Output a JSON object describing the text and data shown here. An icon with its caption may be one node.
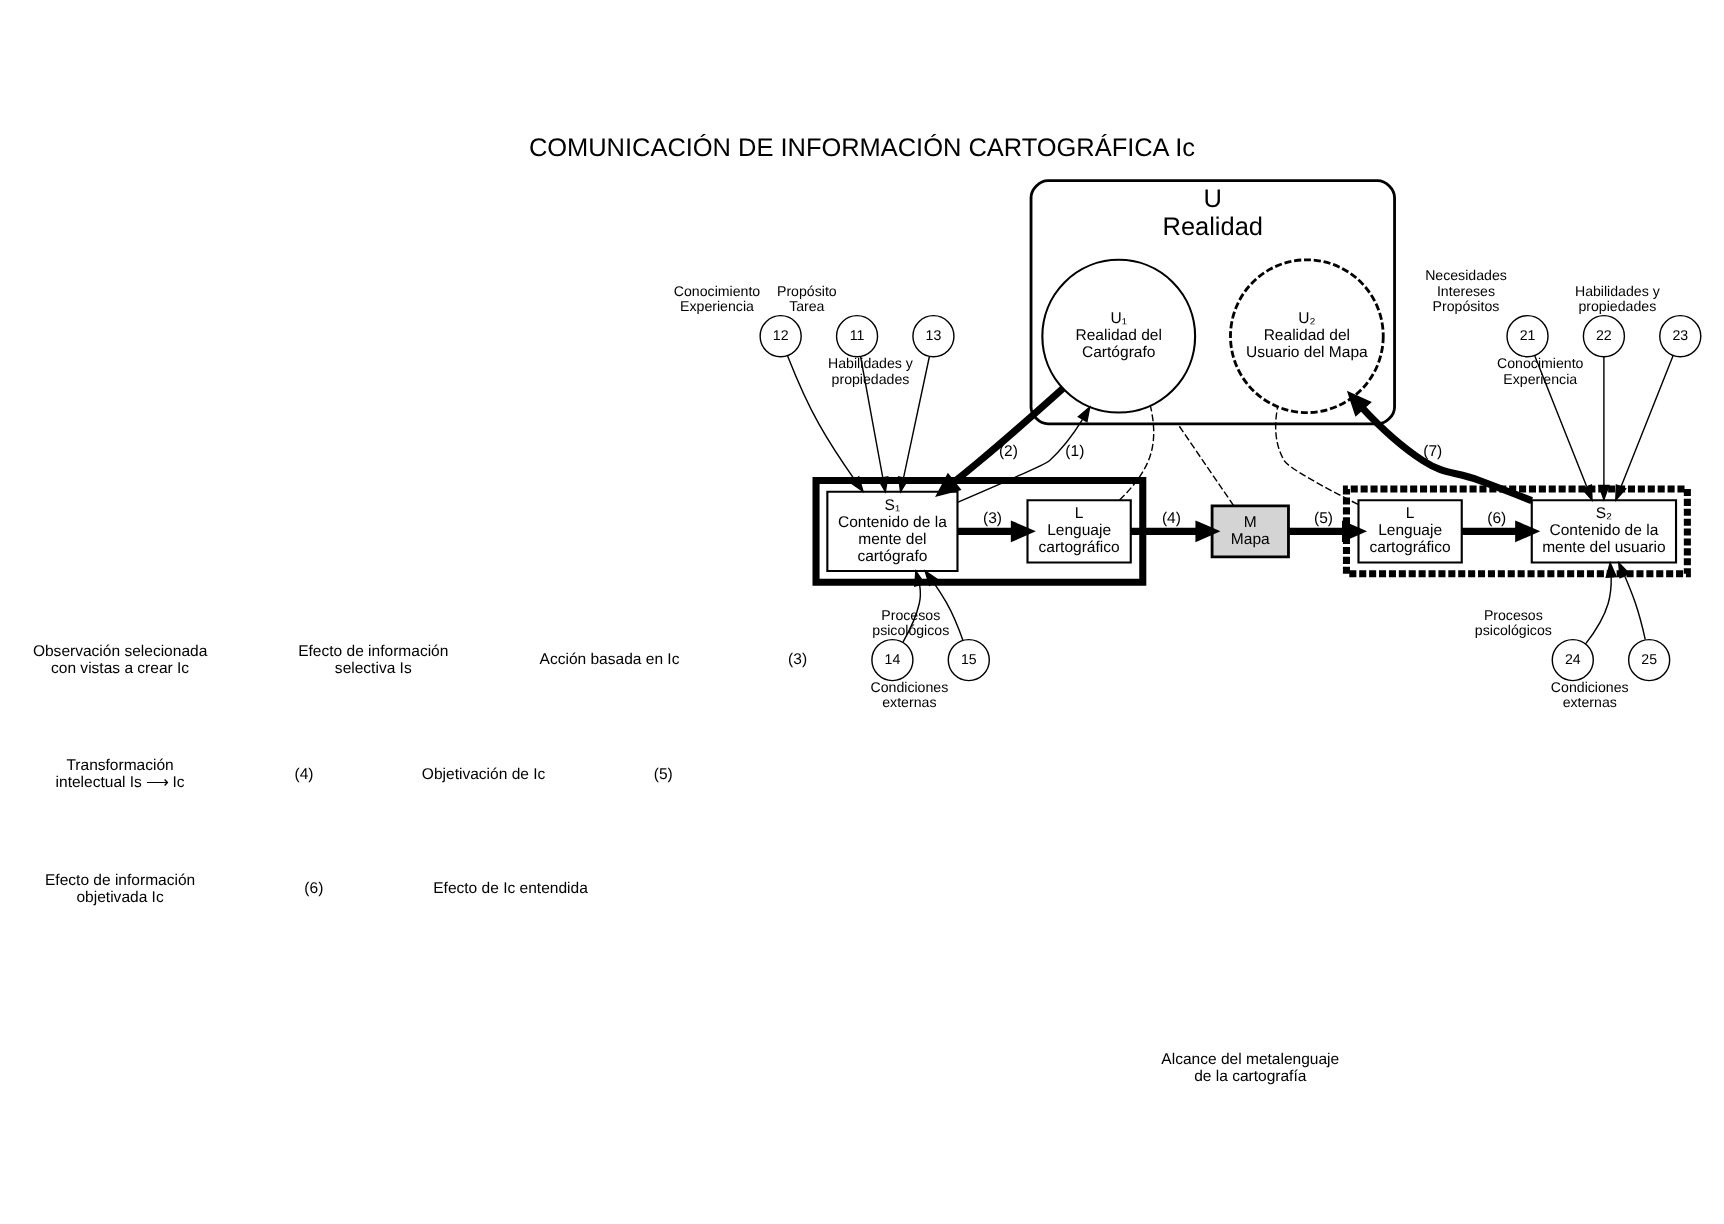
{
  "diagram": {
    "title": "COMUNICACIÓN DE INFORMACIÓN CARTOGRÁFICA Ic",
    "nodes": [
      {
        "text": [
          "U",
          "Realidad"
        ]
      },
      {
        "text": [
          "U₁",
          "Realidad del Cartógrafo"
        ],
        "in": 0
      },
      {
        "text": [
          "U₂",
          "Realidad del Usuario del Mapa"
        ],
        "in": 0
      },
      {
        "text": [],
        "shape": "box"
      },
      {
        "text": [
          "S₁",
          "Contenido de la mente del cartógrafo"
        ],
        "in": 3
      },
      {
        "text": [
          "L",
          "Lenguaje cartográfico"
        ],
        "in": 3
      },
      {
        "text": [
          "M",
          "Mapa"
        ]
      },
      {
        "text": [],
        "shape": "box"
      },
      {
        "text": [
          "L",
          "Lenguaje cartográfico"
        ],
        "in": 7
      },
      {
        "text": [
          "S₂",
          "Contenido de la mente del usuario"
        ],
        "in": 7
      },
      {
        "text": [
          "12"
        ],
        "beside": [
          "Conocimiento Experiencia"
        ]
      },
      {
        "text": [
          "11"
        ],
        "beside": [
          "Propósito Tarea"
        ]
      },
      {
        "text": [
          "13"
        ],
        "beside": [
          "Habilidades y propiedades"
        ]
      },
      {
        "text": [
          "14"
        ],
        "beside": [
          "Procesos psicológicos"
        ]
      },
      {
        "text": [
          "15"
        ],
        "beside": [
          "Condiciones externas"
        ]
      },
      {
        "text": [
          "21"
        ],
        "beside": [
          "Necesidades Intereses Propósitos"
        ]
      },
      {
        "text": [
          "22"
        ],
        "beside": [
          "Conocimiento Experiencia"
        ]
      },
      {
        "text": [
          "23"
        ],
        "beside": [
          "Habilidades y propiedades"
        ]
      },
      {
        "text": [
          "24"
        ],
        "beside": [
          "Procesos psicológicos"
        ]
      },
      {
        "text": [
          "25"
        ],
        "beside": [
          "Condiciones externas"
        ]
      }
    ],
    "edges": [
      {
        "from": 4,
        "to": 1,
        "arrow": "to",
        "label": "(1)"
      },
      {
        "from": 1,
        "to": 4,
        "arrow": "to",
        "label": "(2)",
        "style": "thick"
      },
      {
        "from": 5,
        "to": 1,
        "arrow": "none",
        "style": "dashed"
      },
      {
        "from": 6,
        "to": 0,
        "arrow": "none",
        "style": "dashed"
      },
      {
        "from": 8,
        "to": 2,
        "arrow": "none",
        "style": "dashed"
      },
      {
        "from": 4,
        "to": 5,
        "arrow": "to",
        "label": "(3)",
        "style": "thick"
      },
      {
        "from": 5,
        "to": 6,
        "arrow": "to",
        "label": "(4)",
        "style": "thick"
      },
      {
        "from": 6,
        "to": 8,
        "arrow": "to",
        "label": "(5)",
        "style": "thick"
      },
      {
        "from": 8,
        "to": 9,
        "arrow": "to",
        "label": "(6)",
        "style": "thick"
      },
      {
        "from": 9,
        "to": 2,
        "arrow": "to",
        "label": "(7)",
        "style": "thick"
      },
      {
        "from": 10,
        "to": 4,
        "arrow": "to"
      },
      {
        "from": 11,
        "to": 4,
        "arrow": "to"
      },
      {
        "from": 12,
        "to": 4,
        "arrow": "to"
      },
      {
        "from": 13,
        "to": 4,
        "arrow": "to"
      },
      {
        "from": 14,
        "to": 4,
        "arrow": "to"
      },
      {
        "from": 15,
        "to": 9,
        "arrow": "to"
      },
      {
        "from": 16,
        "to": 9,
        "arrow": "to"
      },
      {
        "from": 17,
        "to": 9,
        "arrow": "to"
      },
      {
        "from": 18,
        "to": 9,
        "arrow": "to"
      },
      {
        "from": 19,
        "to": 9,
        "arrow": "to"
      }
    ],
    "labels": [
      "Observación selecionada con vistas a crear Ic",
      "Efecto de información selectiva Is",
      "Acción basada en Ic",
      "(3)",
      "Transformación intelectual Is ⟶ Ic",
      "(4)",
      "Objetivación de Ic",
      "(5)",
      "Efecto de información objetivada Ic",
      "(6)",
      "Efecto de Ic entendida",
      "Alcance del metalenguaje de la cartografía"
    ]
  }
}
